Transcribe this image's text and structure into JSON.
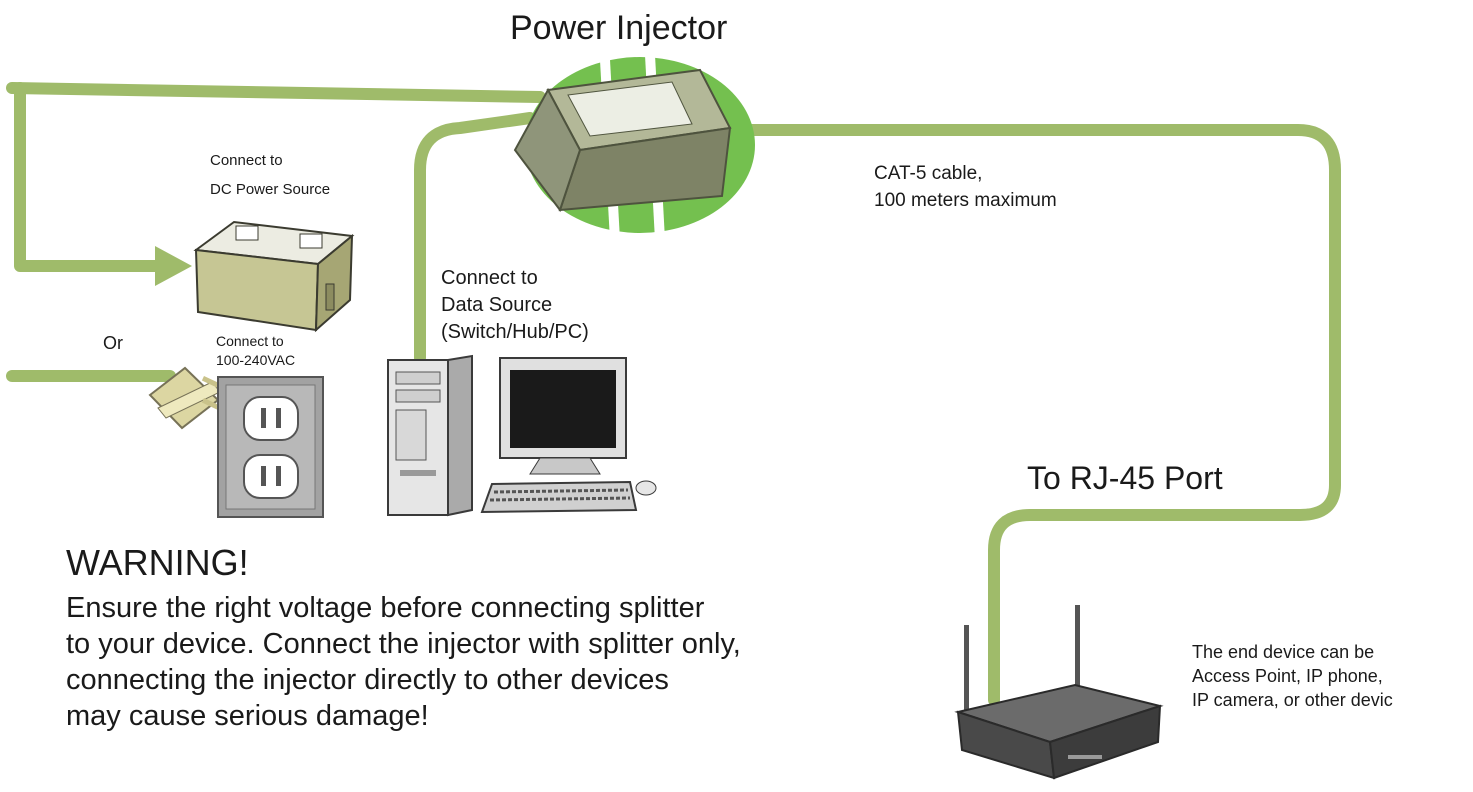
{
  "diagram": {
    "title": "Power Injector",
    "labels": {
      "connect_dc_line1": "Connect to",
      "connect_dc_line2": "DC Power Source",
      "or": "Or",
      "connect_ac_line1": "Connect to",
      "connect_ac_line2": "100-240VAC",
      "data_line1": "Connect to",
      "data_line2": "Data Source",
      "data_line3": "(Switch/Hub/PC)",
      "cable_line1": "CAT-5 cable,",
      "cable_line2": "100 meters maximum",
      "rj45": "To RJ-45 Port",
      "end_line1": "The end device can be",
      "end_line2": "Access Point, IP phone,",
      "end_line3": "IP camera, or other devic"
    },
    "warning": {
      "heading": "WARNING!",
      "line1": "Ensure the right voltage before connecting splitter",
      "line2": "to your device. Connect the injector with splitter only,",
      "line3": "connecting the injector directly to other devices",
      "line4": "may cause serious damage!"
    },
    "colors": {
      "cable": "#9fbb6a",
      "cable_dark": "#7e9a4e",
      "disc": "#74c04f",
      "injector": "#9aa07f",
      "battery": "#c6c694"
    }
  }
}
